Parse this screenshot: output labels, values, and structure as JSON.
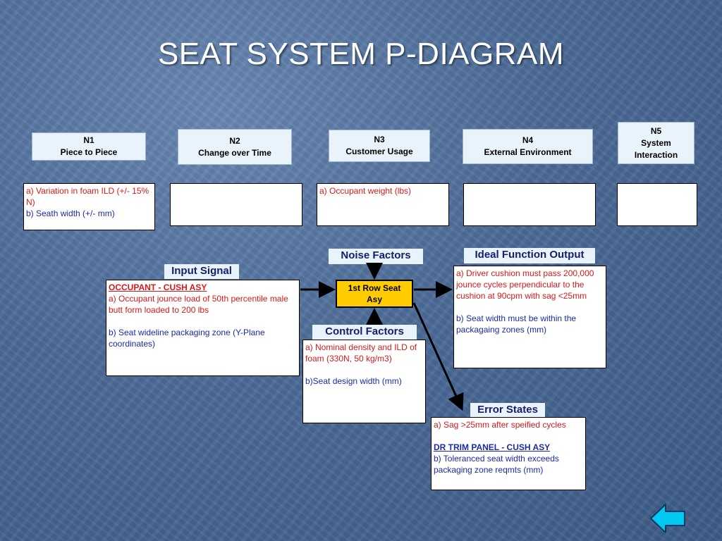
{
  "title": "SEAT SYSTEM P-DIAGRAM",
  "noise": [
    {
      "code": "N1",
      "label": "Piece to Piece"
    },
    {
      "code": "N2",
      "label": "Change over Time"
    },
    {
      "code": "N3",
      "label": "Customer Usage"
    },
    {
      "code": "N4",
      "label": "External Environment"
    },
    {
      "code": "N5",
      "label_line1": "System",
      "label_line2": "Interaction"
    }
  ],
  "noise_details": {
    "n1_a": "a) Variation in foam ILD (+/- 15% N)",
    "n1_b": "b) Seath width  (+/- mm)",
    "n3_a": "a) Occupant weight  (lbs)"
  },
  "labels": {
    "noise_factors": "Noise Factors",
    "ideal_function_output": "Ideal Function Output",
    "input_signal": "Input Signal",
    "control_factors": "Control Factors",
    "error_states": "Error States"
  },
  "system": {
    "line1": "1st Row Seat",
    "line2": "Asy"
  },
  "input_signal": {
    "heading": "OCCUPANT - CUSH ASY",
    "a": "a)  Occupant jounce load of 50th percentile male butt form loaded to 200 lbs",
    "b": "b) Seat wideline packaging  zone (Y-Plane coordinates)"
  },
  "control_factors": {
    "a": "a) Nominal density and ILD of foam (330N, 50 kg/m3)",
    "b": "b)Seat design width (mm)"
  },
  "ideal_output": {
    "a": "a) Driver cushion must pass 200,000 jounce cycles perpendicular to the cushion at 90cpm with sag <25mm",
    "b": "b) Seat width must be within the packagaing zones (mm)"
  },
  "error_states": {
    "a": "a) Sag >25mm after speified cycles",
    "heading": "DR TRIM PANEL - CUSH ASY",
    "b": "b) Toleranced seat width exceeds packaging zone reqmts (mm)"
  },
  "colors": {
    "red": "#d81818",
    "blue": "#1a2aa8",
    "seat": "#ffcc00",
    "label_bg": "#e9f3fc",
    "label_text": "#13206a",
    "nav_arrow": "#00c8f0"
  },
  "nav": {
    "back_icon": "back-arrow-icon"
  }
}
